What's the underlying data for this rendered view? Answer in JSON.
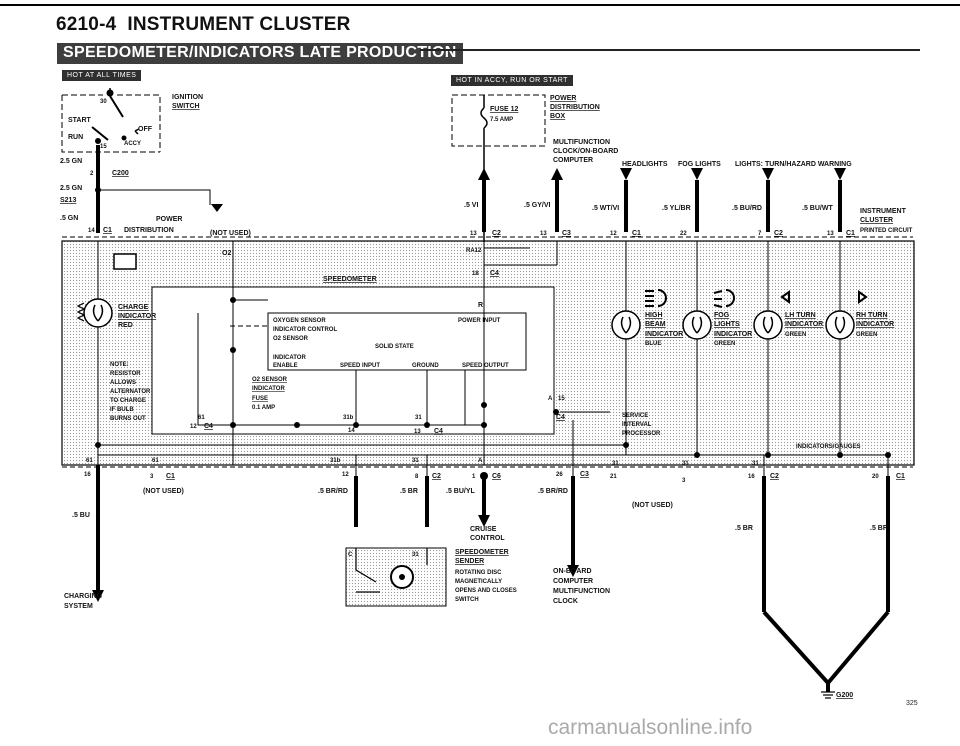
{
  "page": {
    "section": "6210-4",
    "title": "INSTRUMENT CLUSTER",
    "banner": "SPEEDOMETER/INDICATORS LATE PRODUCTION",
    "page_number": "325",
    "watermark": "carmanualsonline.info"
  },
  "tags": {
    "hot_all": "HOT AT ALL TIMES",
    "hot_accy": "HOT IN ACCY, RUN OR START"
  },
  "ignition": {
    "label1": "IGNITION",
    "label2": "SWITCH",
    "pos30": "30",
    "start": "START",
    "off": "OFF",
    "run": "RUN",
    "pos15": "15",
    "accy": "ACCY"
  },
  "power_box": {
    "fuse": "FUSE 12",
    "amp": "7.5 AMP",
    "l1": "POWER",
    "l2": "DISTRIBUTION",
    "l3": "BOX"
  },
  "left_wires": {
    "w1": "2.5 GN",
    "c200_pin": "2",
    "c200": "C200",
    "w2": "2.5 GN",
    "s213": "S213",
    "w3": ".5 GN",
    "pin14": "14",
    "c1": "C1",
    "pd": "POWER",
    "pd2": "DISTRIBUTION",
    "not_used": "(NOT USED)"
  },
  "top_labels": {
    "mf1": "MULTIFUNCTION",
    "mf2": "CLOCK/ON-BOARD",
    "mf3": "COMPUTER",
    "headlights": "HEADLIGHTS",
    "fog": "FOG LIGHTS",
    "turn": "LIGHTS: TURN/HAZARD WARNING",
    "w_vi": ".5 VI",
    "w_gyvi": ".5 GY/VI",
    "w_wtvi": ".5 WT/VI",
    "w_ylbr": ".5 YL/BR",
    "w_burd": ".5 BU/RD",
    "w_buwt": ".5 BU/WT",
    "p13a": "13",
    "c2a": "C2",
    "p13b": "13",
    "c3a": "C3",
    "p12": "12",
    "c1a": "C1",
    "p22": "22",
    "p7": "7",
    "c2b": "C2",
    "p13c": "13",
    "c1b": "C1",
    "ic1": "INSTRUMENT",
    "ic2": "CLUSTER",
    "ic3": "PRINTED CIRCUIT"
  },
  "cluster": {
    "o2": "O2",
    "ra12": "RA12",
    "p18": "18",
    "c4": "C4",
    "speedometer": "SPEEDOMETER",
    "r": "R",
    "charge1": "CHARGE",
    "charge2": "INDICATOR",
    "red": "RED",
    "note": [
      "NOTE:",
      "RESISTOR",
      "ALLOWS",
      "ALTERNATOR",
      "TO CHARGE",
      "IF BULB",
      "BURNS OUT"
    ],
    "box": {
      "l1": "OXYGEN SENSOR",
      "l2": "INDICATOR CONTROL",
      "l3": "O2 SENSOR",
      "solid": "SOLID STATE",
      "power_input": "POWER INPUT",
      "l4": "INDICATOR",
      "l5": "ENABLE",
      "speed_input": "SPEED INPUT",
      "ground": "GROUND",
      "speed_output": "SPEED OUTPUT"
    },
    "o2ind": [
      "O2 SENSOR",
      "INDICATOR",
      "FUSE",
      "0.1 AMP"
    ],
    "p61": "61",
    "p12": "12",
    "c4b": "C4",
    "p31b": "31b",
    "p14": "14",
    "p31": "31",
    "p13": "13",
    "c4c": "C4",
    "a": "A",
    "p15": "15",
    "c4d": "C4",
    "high": [
      "HIGH",
      "BEAM",
      "INDICATOR",
      "BLUE"
    ],
    "fogi": [
      "FOG",
      "LIGHTS",
      "INDICATOR",
      "GREEN"
    ],
    "lh": [
      "LH TURN",
      "INDICATOR",
      "GREEN"
    ],
    "rh": [
      "RH TURN",
      "INDICATOR",
      "GREEN"
    ],
    "service": [
      "SERVICE",
      "INTERVAL",
      "PROCESSOR"
    ],
    "ind_gauges": "INDICATORS/GAUGES"
  },
  "bottom": {
    "p61": "61",
    "p61b": "61",
    "p16": "16",
    "p3": "3",
    "c1": "C1",
    "not_used": "(NOT USED)",
    "p31b": "31b",
    "p31": "31",
    "p12": "12",
    "p8": "8",
    "c2": "C2",
    "pa": "A",
    "p1": "1",
    "c6": "C6",
    "p26": "26",
    "c3": "C3",
    "p21": "21",
    "p3b": "3",
    "p31c": "31",
    "p31d": "31",
    "p31e": "31",
    "p16b": "16",
    "c2b": "C2",
    "p20": "20",
    "c1b": "C1",
    "w_bu": ".5 BU",
    "w_brrd": ".5 BR/RD",
    "w_br": ".5 BR",
    "w_buyl": ".5 BU/YL",
    "w_brrd2": ".5 BR/RD",
    "not_used2": "(NOT USED)",
    "w_br2": ".5 BR",
    "w_br3": ".5 BR",
    "cruise1": "CRUISE",
    "cruise2": "CONTROL",
    "sender": [
      "SPEEDOMETER",
      "SENDER",
      "ROTATING DISC",
      "MAGNETICALLY",
      "OPENS AND CLOSES",
      "SWITCH"
    ],
    "sender_pins": {
      "c": "C",
      "p31": "31"
    },
    "ob": [
      "ON-BOARD",
      "COMPUTER",
      "MULTIFUNCTION",
      "CLOCK"
    ],
    "charging": [
      "CHARGING",
      "SYSTEM"
    ],
    "g200": "G200"
  }
}
